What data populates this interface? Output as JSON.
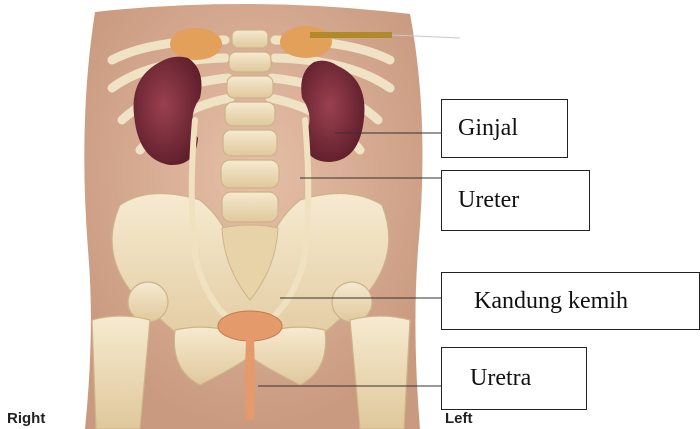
{
  "labels": {
    "ginjal": "Ginjal",
    "ureter": "Ureter",
    "kandung_kemih": "Kandung kemih",
    "uretra": "Uretra"
  },
  "orientation": {
    "right": "Right",
    "left": "Left"
  },
  "colors": {
    "skin": "#dcae94",
    "bone": "#eedcb8",
    "kidney": "#7a2b38",
    "adrenal": "#e2a05a",
    "bladder": "#e49a6a",
    "ureter": "#f0e2c0",
    "marker": "#b08a2a"
  }
}
